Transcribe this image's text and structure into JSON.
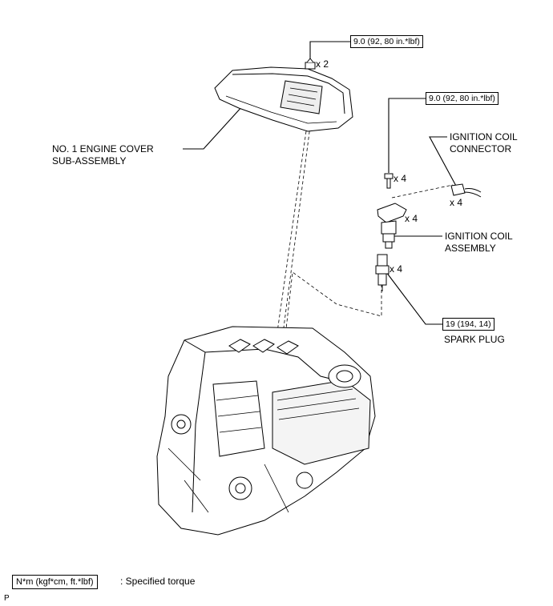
{
  "diagram": {
    "torque_nut": "9.0 (92, 80 in.*lbf)",
    "torque_coil_bolt": "9.0 (92, 80 in.*lbf)",
    "torque_spark_plug": "19 (194, 14)",
    "qty_nut": "x 2",
    "qty_coil_bolt": "x 4",
    "qty_connector": "x 4",
    "qty_coil": "x 4",
    "qty_plug": "x 4",
    "engine_cover_label_line1": "NO. 1 ENGINE COVER",
    "engine_cover_label_line2": "SUB-ASSEMBLY",
    "connector_label_line1": "IGNITION COIL",
    "connector_label_line2": "CONNECTOR",
    "coil_label_line1": "IGNITION COIL",
    "coil_label_line2": "ASSEMBLY",
    "spark_plug_label": "SPARK PLUG"
  },
  "legend": {
    "box_text": "N*m (kgf*cm, ft.*lbf)",
    "description": ": Specified torque"
  },
  "footer_code": "P"
}
